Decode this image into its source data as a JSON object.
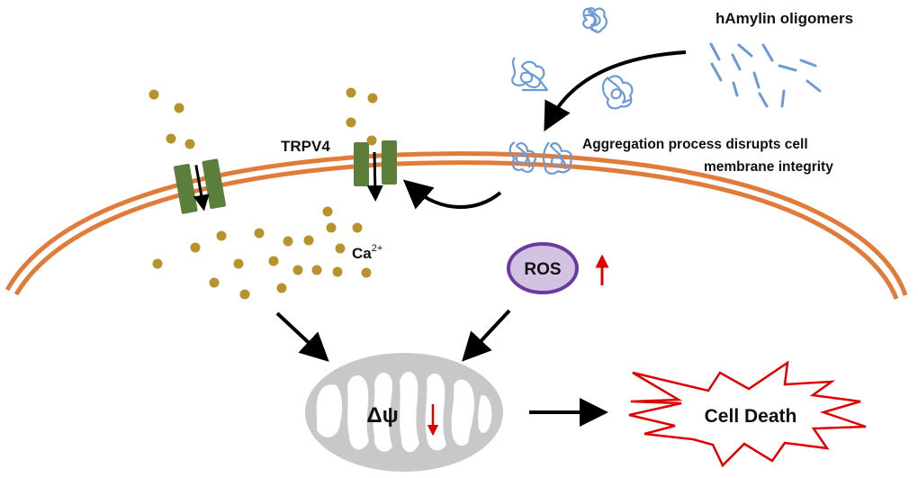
{
  "labels": {
    "oligomers": "hAmylin oligomers",
    "aggregation_line1": "Aggregation process disrupts cell",
    "aggregation_line2": "membrane integrity",
    "channel": "TRPV4",
    "calcium_base": "Ca",
    "calcium_charge": "2+",
    "ros": "ROS",
    "membrane_potential": "Δψ",
    "outcome": "Cell Death"
  },
  "indicators": {
    "ros": "increase",
    "membrane_potential": "decrease"
  },
  "colors": {
    "membrane": "#E07B39",
    "channel": "#5B7F3A",
    "calcium": "#B8922A",
    "amylin": "#6C9AD6",
    "ros_fill": "#D3C3E3",
    "ros_stroke": "#6A3A9E",
    "mitochondrion": "#C8C8C8",
    "indicator_arrow": "#E00000",
    "cell_death_stroke": "#E00000",
    "arrow": "#000000"
  },
  "pathway": [
    {
      "from": "hAmylin oligomers",
      "to": "Aggregation at membrane"
    },
    {
      "from": "Aggregation at membrane",
      "to": "TRPV4"
    },
    {
      "from": "TRPV4",
      "to": "Ca2+ influx"
    },
    {
      "from": "Ca2+ influx",
      "to": "Mitochondrion (Δψ decrease)"
    },
    {
      "from": "ROS increase",
      "to": "Mitochondrion (Δψ decrease)"
    },
    {
      "from": "Mitochondrion (Δψ decrease)",
      "to": "Cell Death"
    }
  ]
}
